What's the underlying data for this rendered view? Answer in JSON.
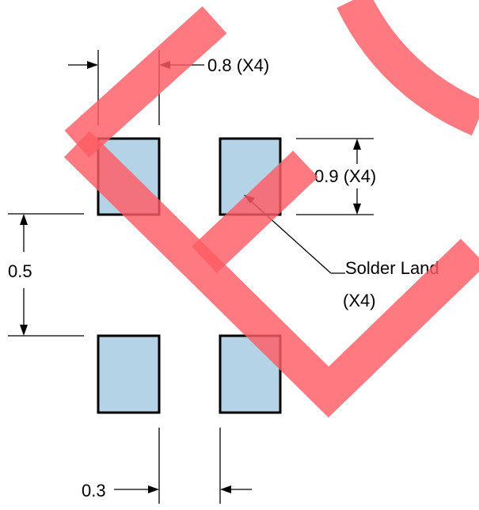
{
  "colors": {
    "pad_fill": "#b4d3e6",
    "pad_stroke": "#000000",
    "line": "#000000",
    "watermark": "#ff5c64"
  },
  "dimensions": {
    "pad_width": "0.8 (X4)",
    "pad_height": "0.9 (X4)",
    "row_pitch": "0.5",
    "column_gap": "0.3"
  },
  "callout": {
    "line1": "Solder Land",
    "line2": "(X4)"
  },
  "pads": [
    {
      "id": "top-left"
    },
    {
      "id": "top-right"
    },
    {
      "id": "bottom-left"
    },
    {
      "id": "bottom-right"
    }
  ]
}
